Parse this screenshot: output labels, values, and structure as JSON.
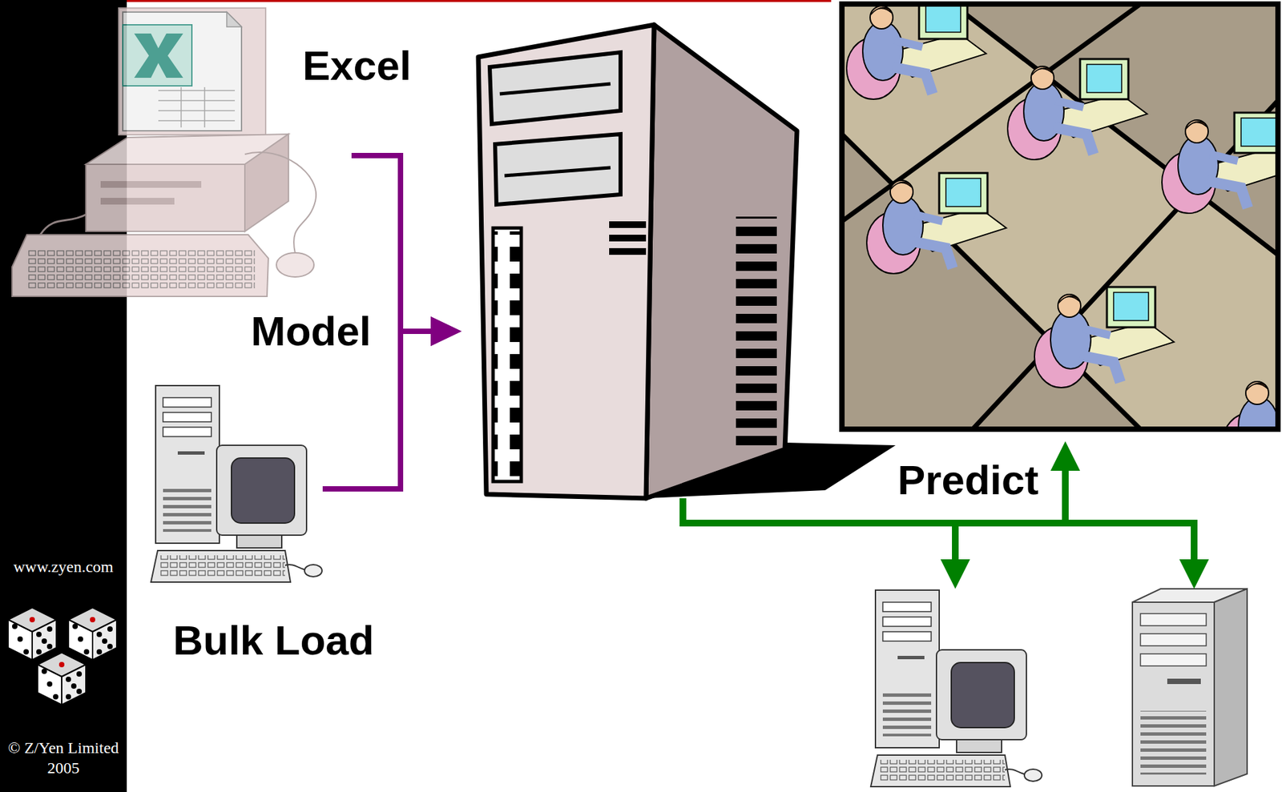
{
  "diagram": {
    "nodes": [
      {
        "text": [
          "Excel"
        ]
      },
      {
        "text": [
          "Bulk Load"
        ]
      },
      {
        "text": []
      },
      {
        "text": []
      },
      {
        "text": []
      },
      {
        "text": []
      }
    ],
    "edges": [
      {
        "from": 0,
        "to": 2,
        "arrow": "to",
        "label": "Model"
      },
      {
        "from": 1,
        "to": 2,
        "arrow": "to"
      },
      {
        "from": 2,
        "to": 3,
        "arrow": "to",
        "label": "Predict"
      },
      {
        "from": 2,
        "to": 4,
        "arrow": "to"
      },
      {
        "from": 2,
        "to": 5,
        "arrow": "to"
      }
    ],
    "labels": [
      "www.zyen.com",
      "© Z/Yen Limited 2005"
    ]
  }
}
